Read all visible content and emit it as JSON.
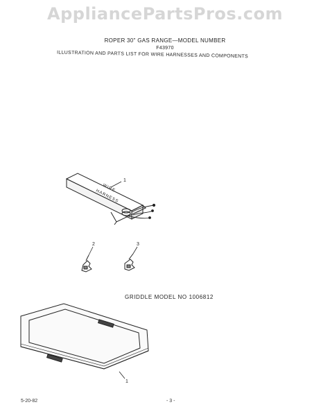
{
  "watermark": "AppliancePartsPros.com",
  "header": {
    "line1": "ROPER 30\" GAS RANGE—MODEL NUMBER",
    "line2": "F43970",
    "line3": "ILLUSTRATION AND PARTS LIST FOR WIRE HARNESSES AND COMPONENTS"
  },
  "harness_label": [
    "WIRE",
    "HARNESS"
  ],
  "callouts": [
    "1",
    "2",
    "3",
    "1"
  ],
  "griddle_title": "GRIDDLE MODEL NO 1006812",
  "footer": {
    "date": "5-20-82",
    "page": "- 3 -"
  }
}
